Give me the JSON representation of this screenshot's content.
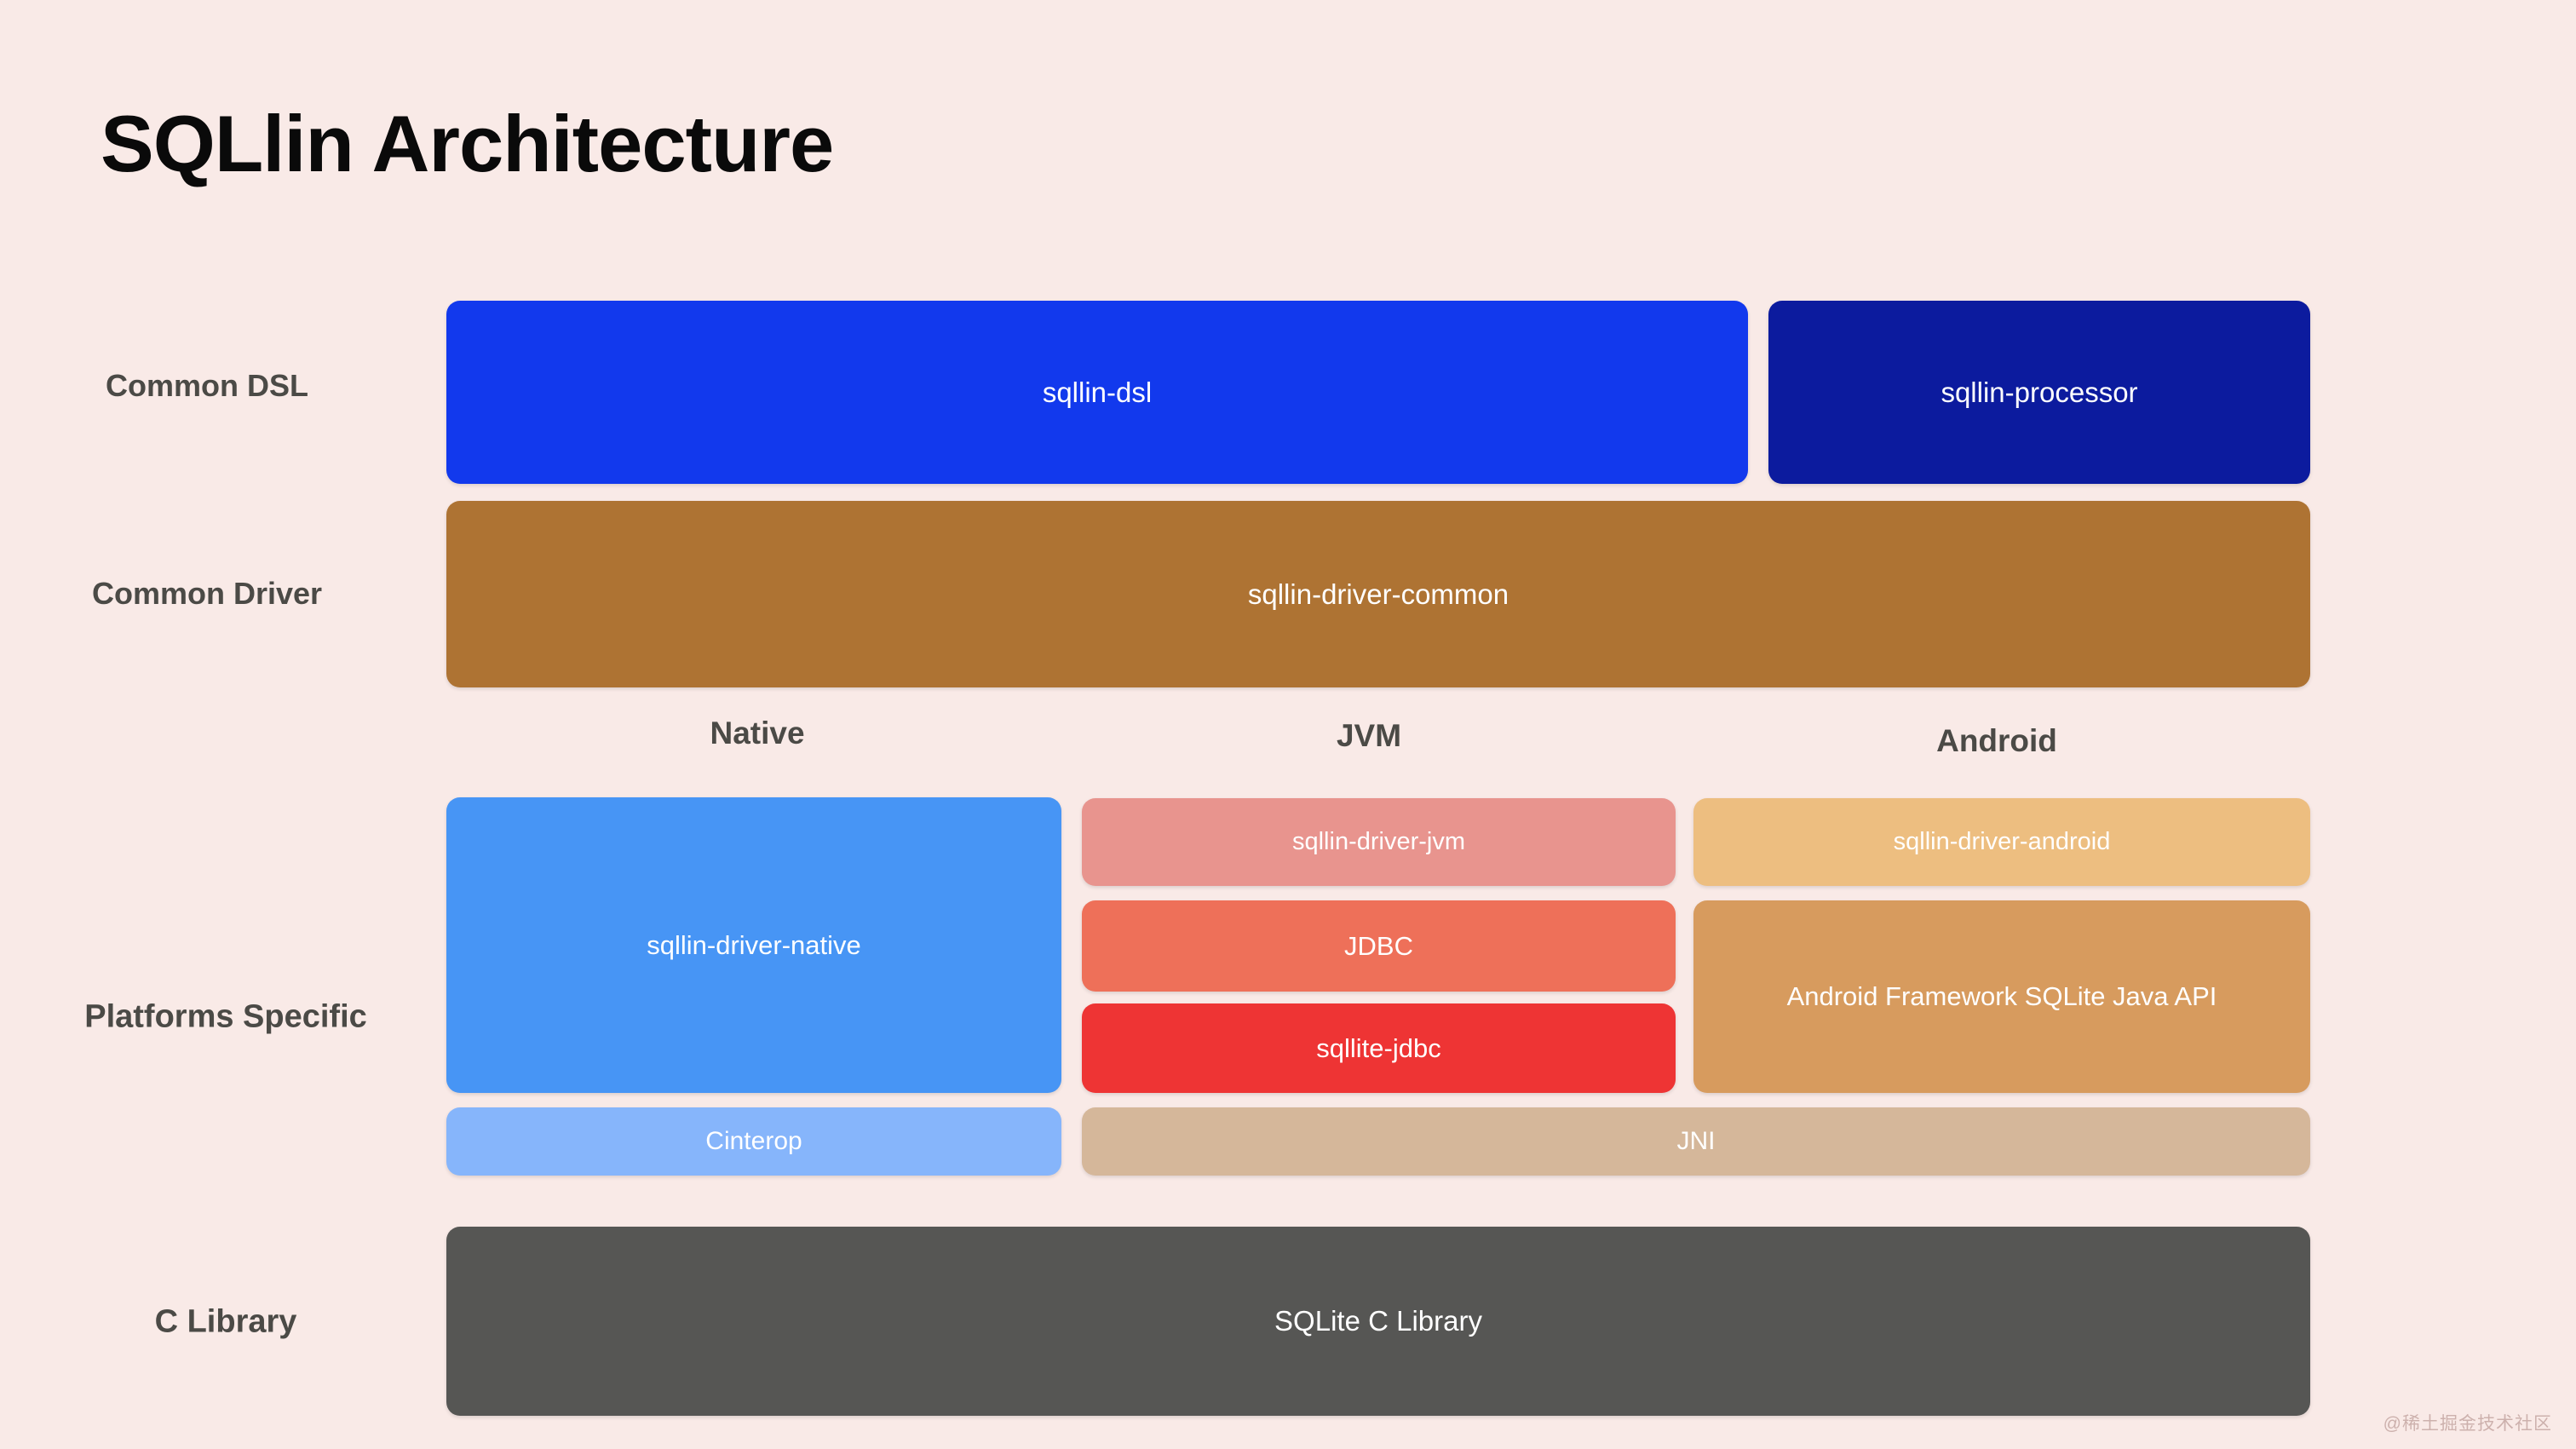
{
  "page": {
    "title": "SQLlin Architecture",
    "background_color": "#f9eae7",
    "watermark": "@稀土掘金技术社区"
  },
  "row_labels": {
    "common_dsl": "Common DSL",
    "common_driver": "Common Driver",
    "platforms_specific": "Platforms Specific",
    "c_library": "C Library"
  },
  "column_headers": {
    "native": "Native",
    "jvm": "JVM",
    "android": "Android"
  },
  "boxes": {
    "sqllin_dsl": {
      "label": "sqllin-dsl",
      "color": "#1239ed"
    },
    "sqllin_processor": {
      "label": "sqllin-processor",
      "color": "#0c1b9e"
    },
    "sqllin_driver_common": {
      "label": "sqllin-driver-common",
      "color": "#ae7333"
    },
    "sqllin_driver_native": {
      "label": "sqllin-driver-native",
      "color": "#4795f5"
    },
    "sqllin_driver_jvm": {
      "label": "sqllin-driver-jvm",
      "color": "#e8948e"
    },
    "jdbc": {
      "label": "JDBC",
      "color": "#ee7059"
    },
    "sqllite_jdbc": {
      "label": "sqllite-jdbc",
      "color": "#ee3434"
    },
    "sqllin_driver_android": {
      "label": "sqllin-driver-android",
      "color": "#edbe80"
    },
    "android_framework_sqlite_java_api": {
      "label": "Android Framework SQLite Java API",
      "color": "#d79b5e"
    },
    "cinterop": {
      "label": "Cinterop",
      "color": "#86b5fb"
    },
    "jni": {
      "label": "JNI",
      "color": "#d5b79a"
    },
    "sqlite_c_library": {
      "label": "SQLite C Library",
      "color": "#565654"
    }
  }
}
